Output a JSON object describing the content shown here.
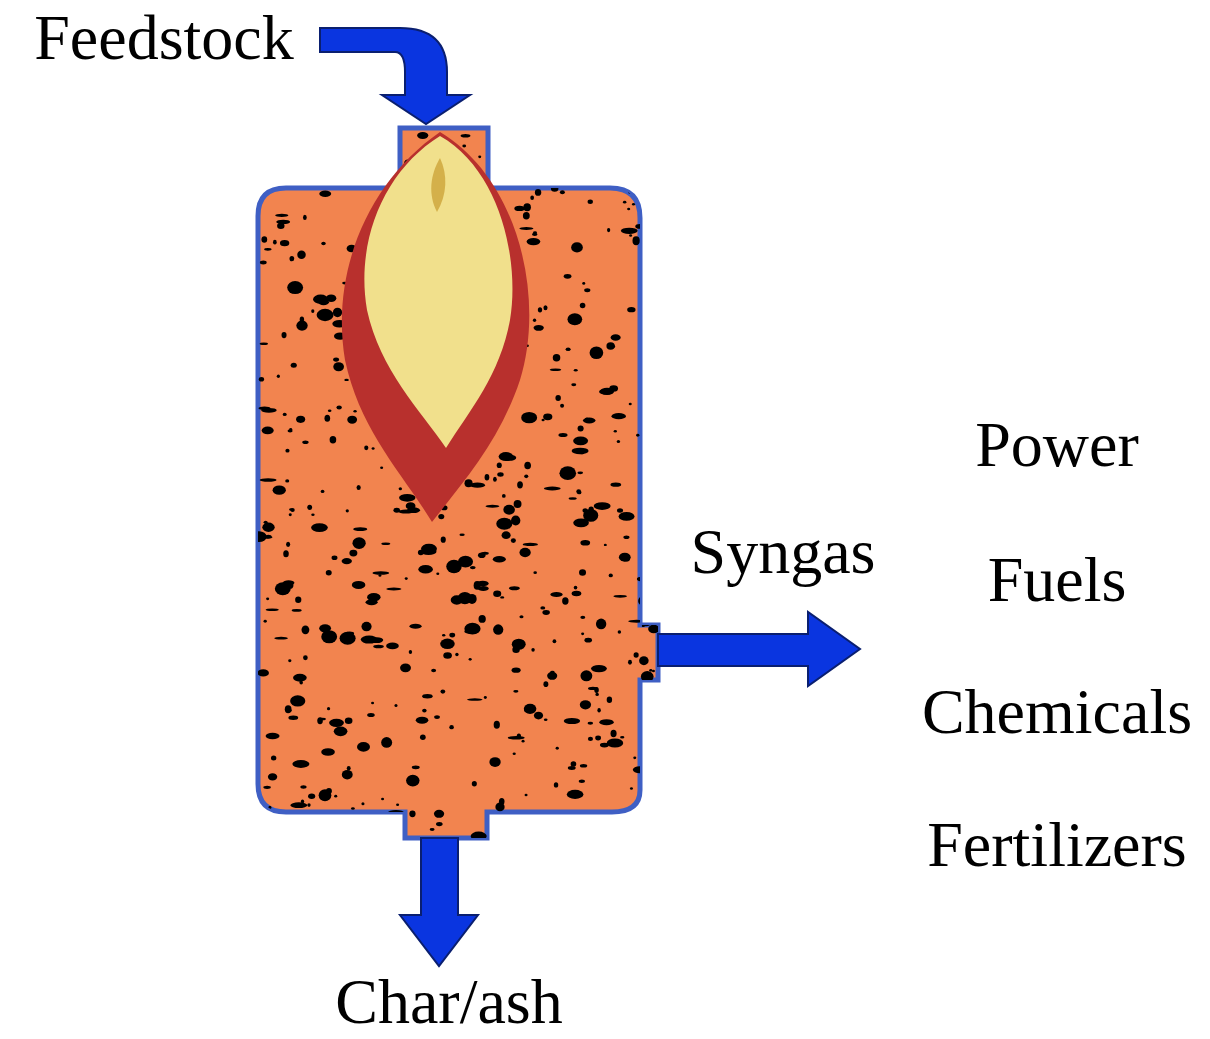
{
  "diagram": {
    "labels": [
      "Feedstock",
      "Syngas",
      "Power",
      "Fuels",
      "Chemicals",
      "Fertilizers",
      "Char/ash"
    ]
  }
}
